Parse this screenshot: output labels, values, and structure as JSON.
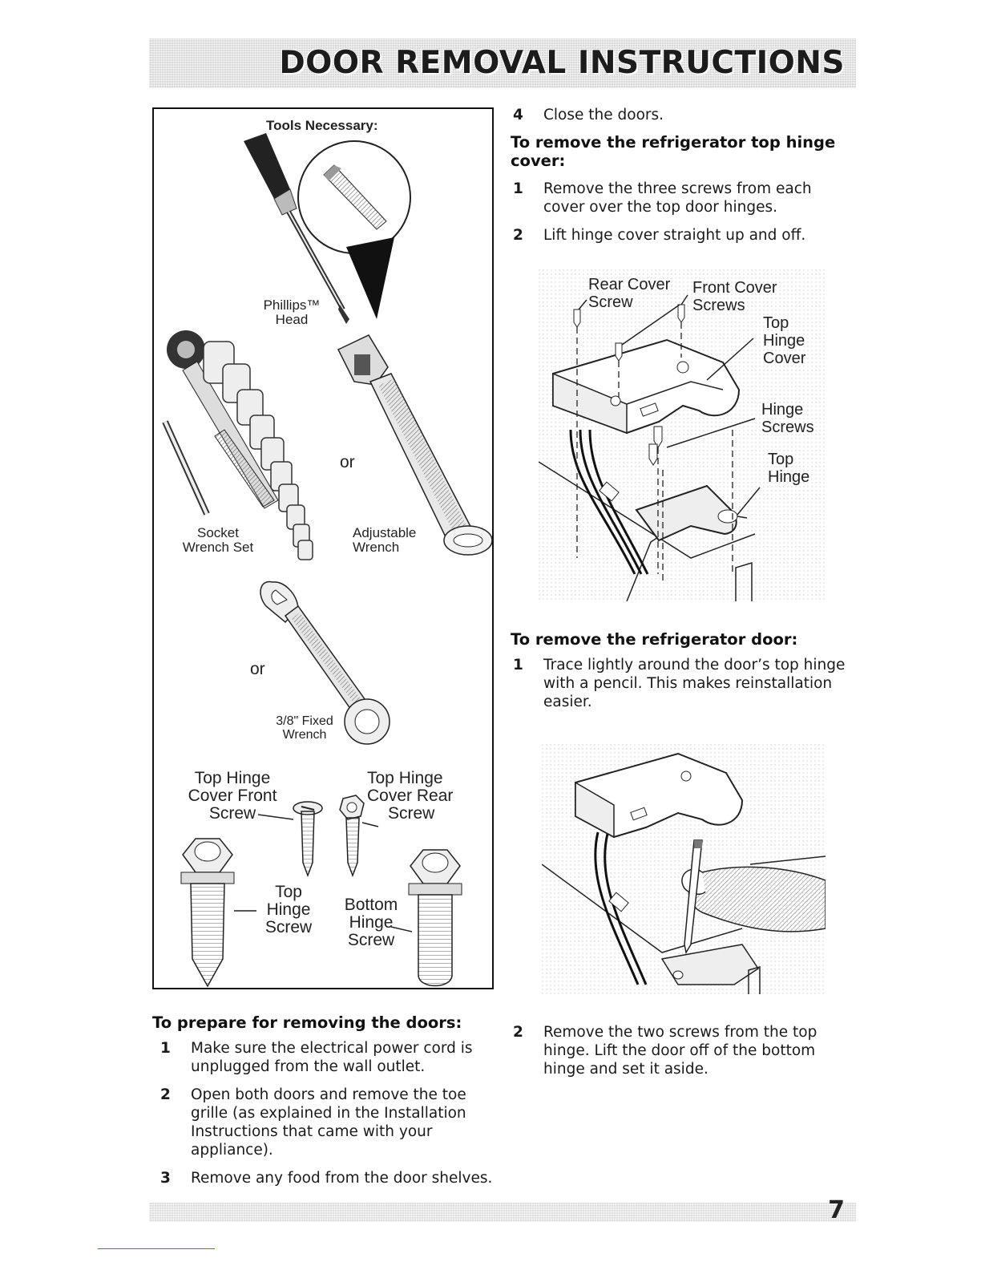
{
  "header": {
    "title": "DOOR REMOVAL INSTRUCTIONS"
  },
  "tools": {
    "heading": "Tools Necessary:",
    "phillips_line1": "Phillips™",
    "phillips_line2": "Head",
    "socket_line1": "Socket",
    "socket_line2": "Wrench Set",
    "adjustable_line1": "Adjustable",
    "adjustable_line2": "Wrench",
    "or_1": "or",
    "or_2": "or",
    "fixed_line1": "3/8\" Fixed",
    "fixed_line2": "Wrench",
    "front_screw_line1": "Top Hinge",
    "front_screw_line2": "Cover Front",
    "front_screw_line3": "Screw",
    "rear_screw_line1": "Top Hinge",
    "rear_screw_line2": "Cover Rear",
    "rear_screw_line3": "Screw",
    "top_hinge_screw_line1": "Top",
    "top_hinge_screw_line2": "Hinge",
    "top_hinge_screw_line3": "Screw",
    "bottom_hinge_screw_line1": "Bottom",
    "bottom_hinge_screw_line2": "Hinge",
    "bottom_hinge_screw_line3": "Screw"
  },
  "prepare": {
    "heading": "To prepare for removing the doors:",
    "steps": [
      {
        "num": "1",
        "text": "Make sure the electrical power cord is unplugged from the wall outlet."
      },
      {
        "num": "2",
        "text": "Open both doors and remove the toe grille (as explained in the Installation Instructions that came with your appliance)."
      },
      {
        "num": "3",
        "text": "Remove any food from the door shelves."
      },
      {
        "num": "4",
        "text": "Close the doors."
      }
    ]
  },
  "hinge_cover": {
    "heading": "To remove the refrigerator top hinge cover:",
    "steps": [
      {
        "num": "1",
        "text": "Remove the three screws from each cover over the top door hinges."
      },
      {
        "num": "2",
        "text": "Lift hinge cover straight up and off."
      }
    ],
    "diagram": {
      "rear_line1": "Rear Cover",
      "rear_line2": "Screw",
      "front_line1": "Front Cover",
      "front_line2": "Screws",
      "cover_line1": "Top",
      "cover_line2": "Hinge",
      "cover_line3": "Cover",
      "hscrews_line1": "Hinge",
      "hscrews_line2": "Screws",
      "tophinge_line1": "Top",
      "tophinge_line2": "Hinge"
    }
  },
  "door": {
    "heading": "To remove the refrigerator door:",
    "steps": [
      {
        "num": "1",
        "text": "Trace lightly around the door’s top hinge with a pencil. This makes reinstallation easier."
      },
      {
        "num": "2",
        "text": "Remove the two screws from the top hinge. Lift the door off of the bottom hinge and set it aside."
      }
    ]
  },
  "footer": {
    "page_number": "7"
  }
}
